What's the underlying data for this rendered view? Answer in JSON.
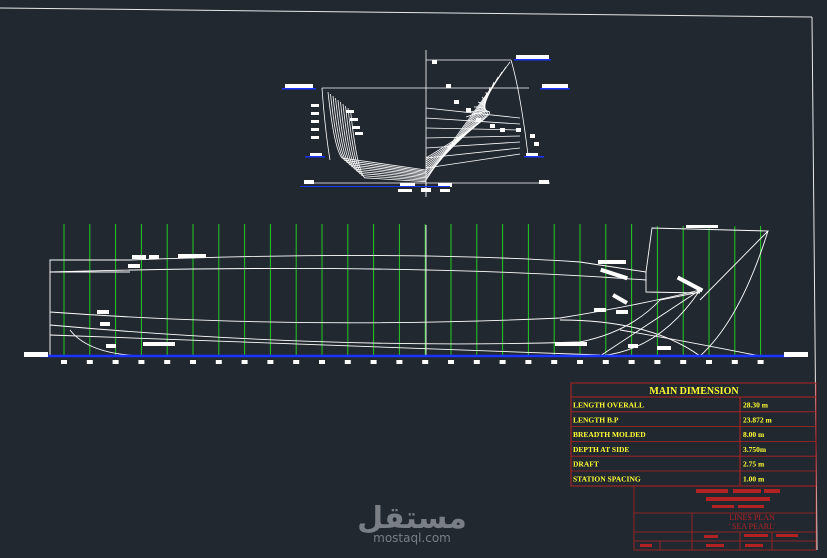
{
  "main_dimension": {
    "title": "MAIN DIMENSION",
    "rows": [
      {
        "label": "LENGTH OVERALL",
        "value": "28.30 m"
      },
      {
        "label": "LENGTH B.P",
        "value": "23.872 m"
      },
      {
        "label": "BREADTH MOLDED",
        "value": "8.00 m"
      },
      {
        "label": "DEPTH AT SIDE",
        "value": "3.750m"
      },
      {
        "label": "DRAFT",
        "value": "2.75 m"
      },
      {
        "label": "STATION SPACING",
        "value": "1.00 m"
      }
    ]
  },
  "title_block": {
    "drawing_title": "LINES PLAN",
    "vessel_name": "' SEA PEARL'"
  },
  "watermark": {
    "arabic": "مستقل",
    "latin": "mostaql.com"
  },
  "colors": {
    "background": "#212830",
    "lines": "#ffffff",
    "stations": "#22cc22",
    "baseline": "#1a33ff",
    "table_border": "#b22222",
    "table_text": "#ffff33"
  }
}
